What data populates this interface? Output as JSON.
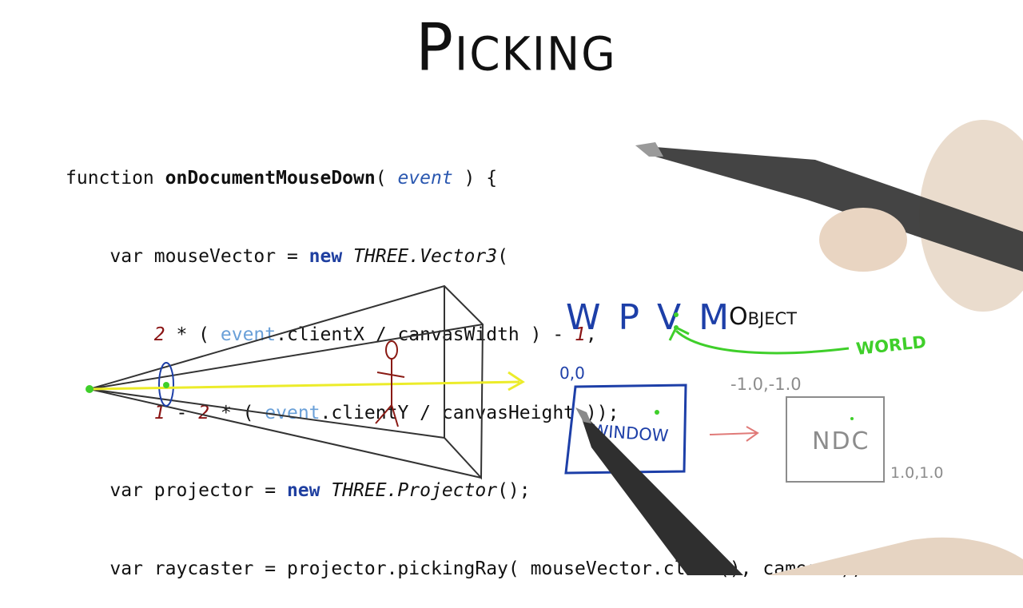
{
  "title": "Picking",
  "code": {
    "line1": {
      "kw": "function ",
      "fn": "onDocumentMouseDown",
      "open": "( ",
      "event": "event",
      "close": " ) {"
    },
    "line2": {
      "indent": "    ",
      "kw": "var ",
      "name": "mouseVector = ",
      "new": "new ",
      "cls": "THREE.Vector3",
      "tail": "("
    },
    "line3": {
      "indent": "        ",
      "n1": "2",
      "a": " * ( ",
      "event": "event",
      "b": ".clientX / canvasWidth ) - ",
      "n2": "1",
      "c": ","
    },
    "line4": {
      "indent": "        ",
      "n1": "1",
      "a": " - ",
      "n2": "2",
      "b": " * ( ",
      "event": "event",
      "c": ".clientY / canvasHeight ));"
    },
    "line5": {
      "indent": "    ",
      "kw": "var ",
      "name": "projector = ",
      "new": "new ",
      "cls": "THREE.Projector",
      "tail": "();"
    },
    "line6": {
      "indent": "    ",
      "kw": "var ",
      "name": "raycaster = projector.pickingRay( mouseVector.clone(), camera );"
    }
  },
  "annotations": {
    "wpvm": "W P V M",
    "object": "Object",
    "world": "WORLD",
    "origin": "0,0",
    "window": "WINDOW",
    "ndc_min": "-1.0,-1.0",
    "ndc": "NDC",
    "ndc_max": "1.0,1.0"
  },
  "colors": {
    "blue_ink": "#1d3fa8",
    "green_ink": "#3fcf2a",
    "yellow_ray": "#ecec2a",
    "red_figure": "#8a1a14",
    "gray_ink": "#8c8c8c",
    "pink_arrow": "#e07a78"
  }
}
